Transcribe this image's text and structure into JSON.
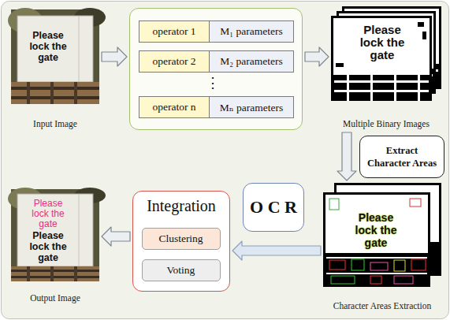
{
  "diagram": {
    "nodes": [
      {
        "text": [
          "Please lock the gate",
          "Input Image"
        ]
      },
      {
        "text": [
          "⋮"
        ]
      },
      {
        "text": [
          "operator 1"
        ],
        "in": 1
      },
      {
        "text": [
          "M₁ parameters"
        ],
        "in": 1
      },
      {
        "text": [
          "operator 2"
        ],
        "in": 1
      },
      {
        "text": [
          "M₂ parameters"
        ],
        "in": 1
      },
      {
        "text": [
          "operator n"
        ],
        "in": 1
      },
      {
        "text": [
          "Mₙ parameters"
        ],
        "in": 1
      },
      {
        "text": [
          "Please lock the gate",
          "Multiple Binary Images"
        ]
      },
      {
        "text": [
          "Extract Character Areas"
        ]
      },
      {
        "text": [
          "Please lock the gate",
          "Character Areas Extraction"
        ]
      },
      {
        "text": [
          "O C R"
        ]
      },
      {
        "text": [
          "Integration"
        ]
      },
      {
        "text": [
          "Clustering"
        ],
        "in": 12
      },
      {
        "text": [
          "Voting"
        ],
        "in": 12
      },
      {
        "text": [
          "Please lock the gate",
          "Please lock the gate",
          "Output Image"
        ]
      }
    ],
    "edges": [
      {
        "from": 0,
        "to": 1,
        "arrow": "to"
      },
      {
        "from": 1,
        "to": 8,
        "arrow": "to"
      },
      {
        "from": 8,
        "to": 10,
        "arrow": "to"
      },
      {
        "from": 10,
        "to": 12,
        "arrow": "to"
      },
      {
        "from": 12,
        "to": 15,
        "arrow": "to"
      }
    ]
  }
}
